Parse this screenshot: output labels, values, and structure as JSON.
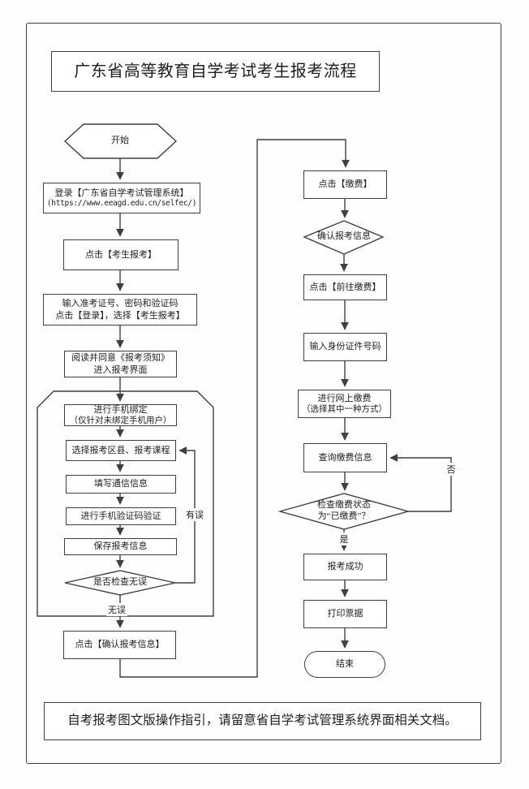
{
  "colors": {
    "line": "#3f3f3f",
    "text": "#1f1f1f",
    "background": "#ffffff"
  },
  "header": {
    "title": "广东省高等教育自学考试考生报考流程"
  },
  "footer": {
    "note": "自考报考图文版操作指引，请留意省自学考试管理系统界面相关文档。"
  },
  "nodes": {
    "start": "开始",
    "login1": "登录【广东省自学考试管理系统】",
    "login2": "(https://www.eeagd.edu.cn/selfec/)",
    "click_register": "点击【考生报考】",
    "input1": "输入准考证号、密码和验证码",
    "input2": "点击【登录】，选择【考生报考】",
    "read1": "阅读并同意《报考须知》",
    "read2": "进入报考界面",
    "bind1": "进行手机绑定",
    "bind2": "（仅针对未绑定手机用户）",
    "select_course": "选择报考区县、报考课程",
    "fill_contact": "填写通信信息",
    "sms_verify": "进行手机验证码验证",
    "save_info": "保存报考信息",
    "check_ok": "是否检查无误",
    "confirm_info": "点击【确认报考信息】",
    "pay": "点击【缴费】",
    "confirm_pay_info": "确认报考信息",
    "goto_pay": "点击【前往缴费】",
    "id_number": "输入身份证件号码",
    "online_pay1": "进行网上缴费",
    "online_pay2": "（选择其中一种方式）",
    "query_pay": "查询缴费信息",
    "check_status1": "检查缴费状态",
    "check_status2": "为“已缴费”？",
    "success": "报考成功",
    "print_receipt": "打印票据",
    "end": "结束"
  },
  "edge_labels": {
    "error": "有误",
    "ok": "无误",
    "no": "否",
    "yes": "是"
  }
}
